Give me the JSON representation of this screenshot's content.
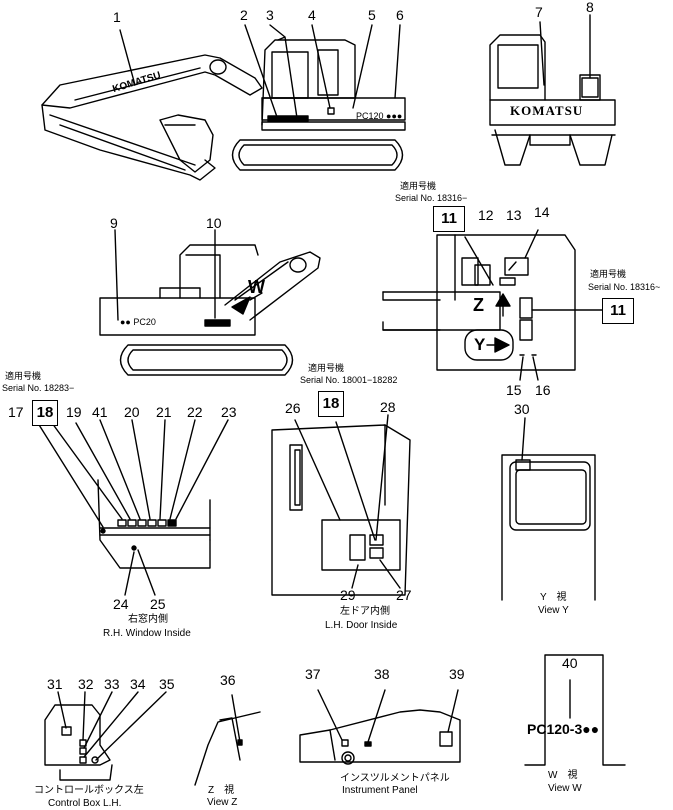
{
  "callouts": {
    "n1": "1",
    "n2": "2",
    "n3": "3",
    "n4": "4",
    "n5": "5",
    "n6": "6",
    "n7": "7",
    "n8": "8",
    "n9": "9",
    "n10": "10",
    "n12": "12",
    "n13": "13",
    "n14": "14",
    "n15": "15",
    "n16": "16",
    "n17": "17",
    "n19": "19",
    "n41": "41",
    "n20": "20",
    "n21": "21",
    "n22": "22",
    "n23": "23",
    "n24": "24",
    "n25": "25",
    "n26": "26",
    "n28": "28",
    "n27": "27",
    "n29": "29",
    "n30": "30",
    "n31": "31",
    "n32": "32",
    "n33": "33",
    "n34": "34",
    "n35": "35",
    "n36": "36",
    "n37": "37",
    "n38": "38",
    "n39": "39",
    "n40": "40"
  },
  "boxes": {
    "b11a": "11",
    "b11b": "11",
    "b18a": "18",
    "b18b": "18"
  },
  "decals": {
    "komatsu_boom": "KOMATSU",
    "komatsu_rear": "KOMATSU",
    "model_side": "PC120",
    "model_side2": "PC20",
    "model_w": "PC120-3"
  },
  "view_letters": {
    "w": "W",
    "z": "Z",
    "y": "Y"
  },
  "serials": {
    "s1_jp": "適用号機",
    "s1": "Serial No. 18316−",
    "s2_jp": "適用号機",
    "s2": "Serial No. 18316~",
    "s3_jp": "適用号機",
    "s3": "Serial No. 18283−",
    "s4_jp": "適用号機",
    "s4": "Serial No. 18001−18282"
  },
  "captions": {
    "rh_jp": "右窓内側",
    "rh": "R.H. Window Inside",
    "lh_jp": "左ドア内側",
    "lh": "L.H. Door Inside",
    "vy_jp": "Y　視",
    "vy": "View Y",
    "cb_jp": "コントロールボックス左",
    "cb": "Control Box L.H.",
    "vz_jp": "Z　視",
    "vz": "View Z",
    "ip_jp": "インスツルメントパネル",
    "ip": "Instrument Panel",
    "vw_jp": "W　視",
    "vw": "View W"
  }
}
